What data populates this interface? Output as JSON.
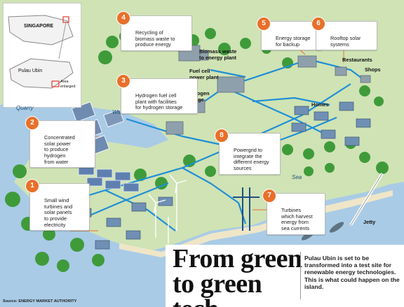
{
  "inset": {
    "country": "SINGAPORE",
    "island": "Pulau Ubin",
    "legend": "Area\nenlarged"
  },
  "labels": {
    "quarry": "Quarry",
    "water": "Water",
    "sea": "Sea",
    "biomass_plant": "Biomass waste\nto energy plant",
    "fuel_cell_plant": "Fuel cell\npower plant",
    "hydrogen_storage": "Hydrogen\nstorage",
    "restaurants": "Restaurants",
    "shops": "Shops",
    "homes": "Homes",
    "jetty": "Jetty"
  },
  "callouts": [
    {
      "num": "1",
      "text": "Small wind\nturbines and\nsolar panels\nto provide\nelectricity"
    },
    {
      "num": "2",
      "text": "Concentrated\nsolar power\nto produce\nhydrogen\nfrom water"
    },
    {
      "num": "3",
      "text": "Hydrogen fuel cell\nplant with facilities\nfor hydrogen storage"
    },
    {
      "num": "4",
      "text": "Recycling of\nbiomass waste to\nproduce energy"
    },
    {
      "num": "5",
      "text": "Energy storage\nfor backup"
    },
    {
      "num": "6",
      "text": "Rooftop solar\nsystems"
    },
    {
      "num": "7",
      "text": "Turbines\nwhich harvest\nenergy from\nsea currents"
    },
    {
      "num": "8",
      "text": "Powergrid to\nintegrate the\ndifferent energy\nsources"
    }
  ],
  "title": "From green\nto green tech",
  "subtitle": "Pulau Ubin is set to be transformed into a test site for renewable energy technologies. This is what could happen on the island.",
  "source": "Source: ENERGY MARKET AUTHORITY",
  "colors": {
    "land": "#cfe3b5",
    "water": "#a9cbe6",
    "grid": "#1f8fd6",
    "badge": "#e8702a",
    "tree": "#3f9b3a"
  }
}
